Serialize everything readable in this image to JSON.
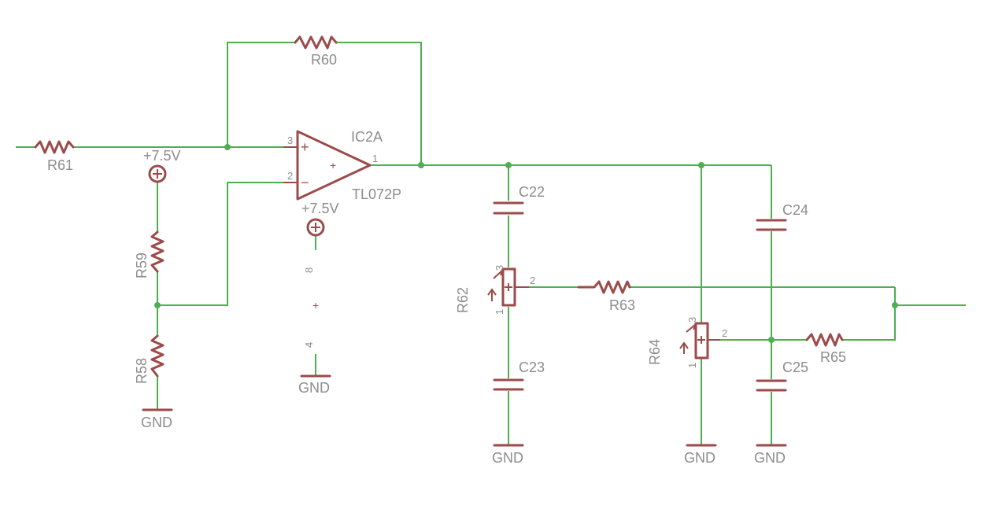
{
  "labels": {
    "r60": "R60",
    "r61": "R61",
    "r59": "R59",
    "r58": "R58",
    "r62": "R62",
    "r63": "R63",
    "r64": "R64",
    "r65": "R65",
    "c22": "C22",
    "c23": "C23",
    "c24": "C24",
    "c25": "C25",
    "ic": "IC2A",
    "ic_part": "TL072P",
    "supply_left": "+7.5V",
    "supply_opamp": "+7.5V",
    "gnd_r58": "GND",
    "gnd_opamp": "GND",
    "gnd_c23": "GND",
    "gnd_r64": "GND",
    "gnd_c25": "GND"
  },
  "pins": {
    "opamp_in_plus": "3",
    "opamp_in_minus": "2",
    "opamp_out": "1",
    "opamp_power_pos": "8",
    "opamp_power_neg": "4",
    "r62_top": "3",
    "r62_wiper": "2",
    "r62_bottom": "1",
    "r64_top": "3",
    "r64_wiper": "2",
    "r64_bottom": "1"
  },
  "signs": {
    "plus": "+",
    "minus": "−",
    "center": "+",
    "power_center": "+"
  }
}
